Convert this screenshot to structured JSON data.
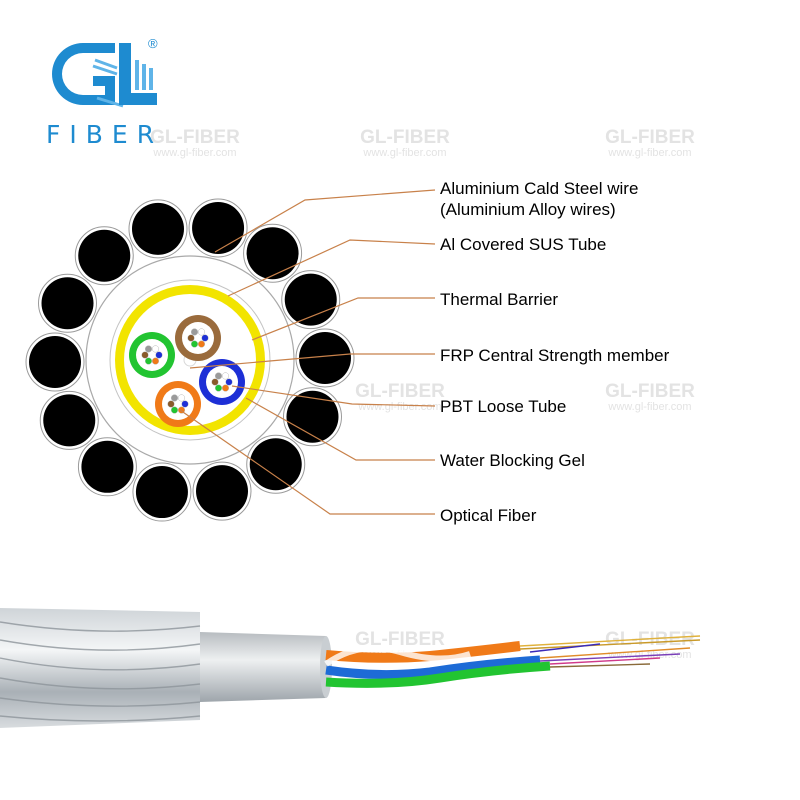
{
  "brand": {
    "word": "FIBER",
    "registered": "®",
    "colors": {
      "blue": "#1e8bd0",
      "light_blue": "#5fb4e8"
    }
  },
  "watermarks": [
    {
      "title": "GL-FIBER",
      "url": "www.gl-fiber.com"
    }
  ],
  "labels": [
    {
      "lines": [
        "Aluminium Cald Steel wire",
        "(Aluminium Alloy wires)"
      ],
      "target": "steel-wire"
    },
    {
      "lines": [
        "Al Covered SUS Tube"
      ],
      "target": "sus-tube"
    },
    {
      "lines": [
        "Thermal Barrier"
      ],
      "target": "thermal-barrier"
    },
    {
      "lines": [
        "FRP Central Strength member"
      ],
      "target": "frp-center"
    },
    {
      "lines": [
        "PBT Loose Tube"
      ],
      "target": "loose-tube"
    },
    {
      "lines": [
        "Water Blocking Gel"
      ],
      "target": "water-gel"
    },
    {
      "lines": [
        "Optical Fiber"
      ],
      "target": "optical-fiber"
    }
  ],
  "colors": {
    "leader_line": "#c8814a",
    "steel_wire": "#000000",
    "thermal_barrier": "#f2e400",
    "tube_brown": "#9a6b3c",
    "tube_green": "#22c431",
    "tube_blue": "#1d2fd6",
    "tube_orange": "#f07a18"
  }
}
